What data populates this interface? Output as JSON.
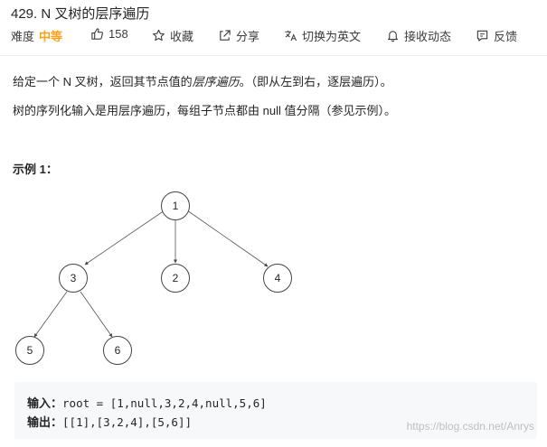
{
  "title": "429. N 叉树的层序遍历",
  "toolbar": {
    "difficulty_label": "难度",
    "difficulty_value": "中等",
    "likes": "158",
    "favorite": "收藏",
    "share": "分享",
    "switch_lang": "切换为英文",
    "notify": "接收动态",
    "feedback": "反馈"
  },
  "description": {
    "p1_a": "给定一个 N 叉树，返回其节点值的",
    "p1_em": "层序遍历",
    "p1_b": "。（即从左到右，逐层遍历）。",
    "p2": "树的序列化输入是用层序遍历，每组子节点都由 null 值分隔（参见示例）。"
  },
  "example": {
    "heading": "示例 1：",
    "tree_nodes": [
      "1",
      "3",
      "2",
      "4",
      "5",
      "6"
    ],
    "input_label": "输入：",
    "input_value": "root = [1,null,3,2,4,null,5,6]",
    "output_label": "输出：",
    "output_value": "[[1],[3,2,4],[5,6]]"
  },
  "watermark": "https://blog.csdn.net/Anrys",
  "colors": {
    "difficulty_medium": "#ffa116",
    "code_bg": "#f7f8fa"
  }
}
